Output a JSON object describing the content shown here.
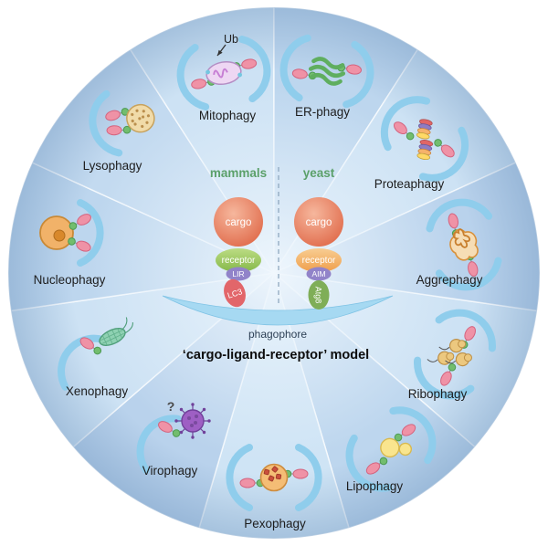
{
  "palette": {
    "wedge_light": "#cde2f4",
    "wedge_mid": "#bdd6ee",
    "wedge_dark": "#b9d2ec",
    "crescent_blue": "#8fcdec",
    "cargo_orange": "#e2704e",
    "mammal_receptor_green": "#9cc45c",
    "yeast_receptor_orange": "#f2a85c",
    "ligand_purple": "#9183c9",
    "lc3_red": "#e2666a",
    "atg8_green": "#7fae57",
    "species_label_green": "#5ba06a"
  },
  "center": {
    "mammals_label": "mammals",
    "yeast_label": "yeast",
    "mammals": {
      "cargo": "cargo",
      "receptor": "receptor",
      "ligand": "LIR",
      "ubl": "LC3"
    },
    "yeast": {
      "cargo": "cargo",
      "receptor": "receptor",
      "ligand": "AIM",
      "ubl": "Atg8"
    },
    "phagophore_label": "phagophore",
    "model_title": "‘cargo-ligand-receptor’ model"
  },
  "annotations": {
    "ubiquitin": "Ub",
    "unknown_receptor": "?"
  },
  "segments": [
    {
      "name": "Mitophagy",
      "icon": "mitochondrion-icon"
    },
    {
      "name": "ER-phagy",
      "icon": "endoplasmic-reticulum-icon"
    },
    {
      "name": "Proteaphagy",
      "icon": "proteasome-icon"
    },
    {
      "name": "Aggrephagy",
      "icon": "protein-aggregate-icon"
    },
    {
      "name": "Ribophagy",
      "icon": "ribosome-icon"
    },
    {
      "name": "Lipophagy",
      "icon": "lipid-droplet-icon"
    },
    {
      "name": "Pexophagy",
      "icon": "peroxisome-icon"
    },
    {
      "name": "Virophagy",
      "icon": "virus-icon"
    },
    {
      "name": "Xenophagy",
      "icon": "bacterium-icon"
    },
    {
      "name": "Nucleophagy",
      "icon": "nucleus-icon"
    },
    {
      "name": "Lysophagy",
      "icon": "lysosome-icon"
    }
  ]
}
